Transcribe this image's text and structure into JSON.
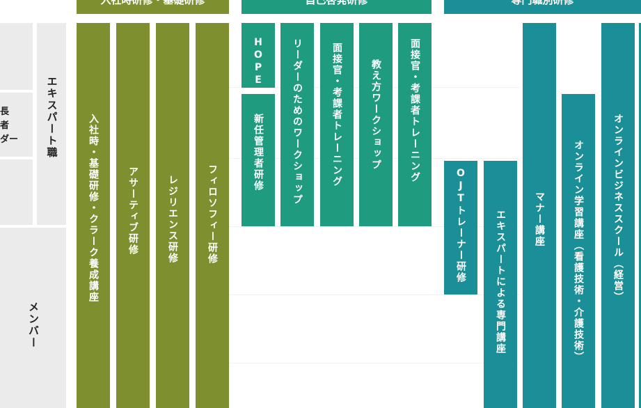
{
  "headers": {
    "basic": "入社時研修・基礎研修",
    "self": "自己啓発研修",
    "specialized": "専門職別研修"
  },
  "roles": {
    "leader_group": [
      "長",
      "者",
      "ダー"
    ],
    "expert": "エキスパート職",
    "member": "メンバー"
  },
  "basic_courses": [
    "入社時・基礎研修・クラーク養成講座",
    "アサーティブ研修",
    "レジリエンス研修",
    "フィロソフィー研修"
  ],
  "self_courses": {
    "hope": "HOPE",
    "new_manager": "新任管理者研修",
    "leader_workshop": "リーダーのためのワークショップ",
    "interviewer_training_1": "面接官・考課者トレーニング",
    "teaching_workshop": "教え方ワークショップ",
    "interviewer_training_2": "面接官・考課者トレーニング"
  },
  "specialized_courses": {
    "ojt": "OJTトレーナー研修",
    "expert_lecture": "エキスパートによる専門講座",
    "manners": "マナー講座",
    "online_learning": "オンライン学習講座（看護技術・介護技術）",
    "online_business": "オンラインビジネススクール（経営）"
  },
  "colors": {
    "basic": "#7d8f2e",
    "self": "#1f9b7f",
    "specialized": "#1b8f97",
    "role_bg": "#ebebeb"
  }
}
